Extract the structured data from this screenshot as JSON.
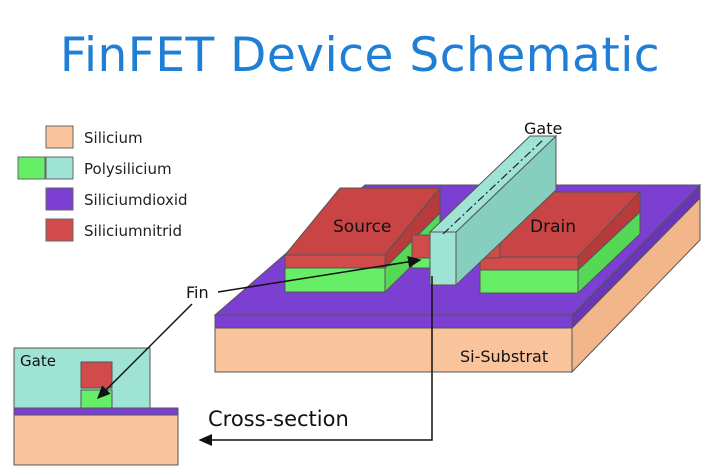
{
  "title": "FinFET Device Schematic",
  "legend": [
    {
      "label": "Silicium",
      "colors": [
        "#f9c49c"
      ]
    },
    {
      "label": "Polysilicium",
      "colors": [
        "#66ee66",
        "#9ee3d3"
      ]
    },
    {
      "label": "Siliciumdioxid",
      "colors": [
        "#7b3fd1"
      ]
    },
    {
      "label": "Siliciumnitrid",
      "colors": [
        "#d24b4b"
      ]
    }
  ],
  "labels": {
    "gate": "Gate",
    "source": "Source",
    "drain": "Drain",
    "fin": "Fin",
    "substrate": "Si-Substrat",
    "cross_gate": "Gate",
    "cross_section": "Cross-section"
  },
  "colors": {
    "silicon": "#f9c49c",
    "silicon_side": "#f3b58a",
    "oxide": "#7b3fd1",
    "oxide_side": "#6a35b8",
    "nitride": "#d24b4b",
    "nitride_top": "#c94444",
    "green": "#66ee66",
    "poly": "#9ee3d3",
    "poly_side": "#86cfbf",
    "title": "#1f7fd6"
  }
}
